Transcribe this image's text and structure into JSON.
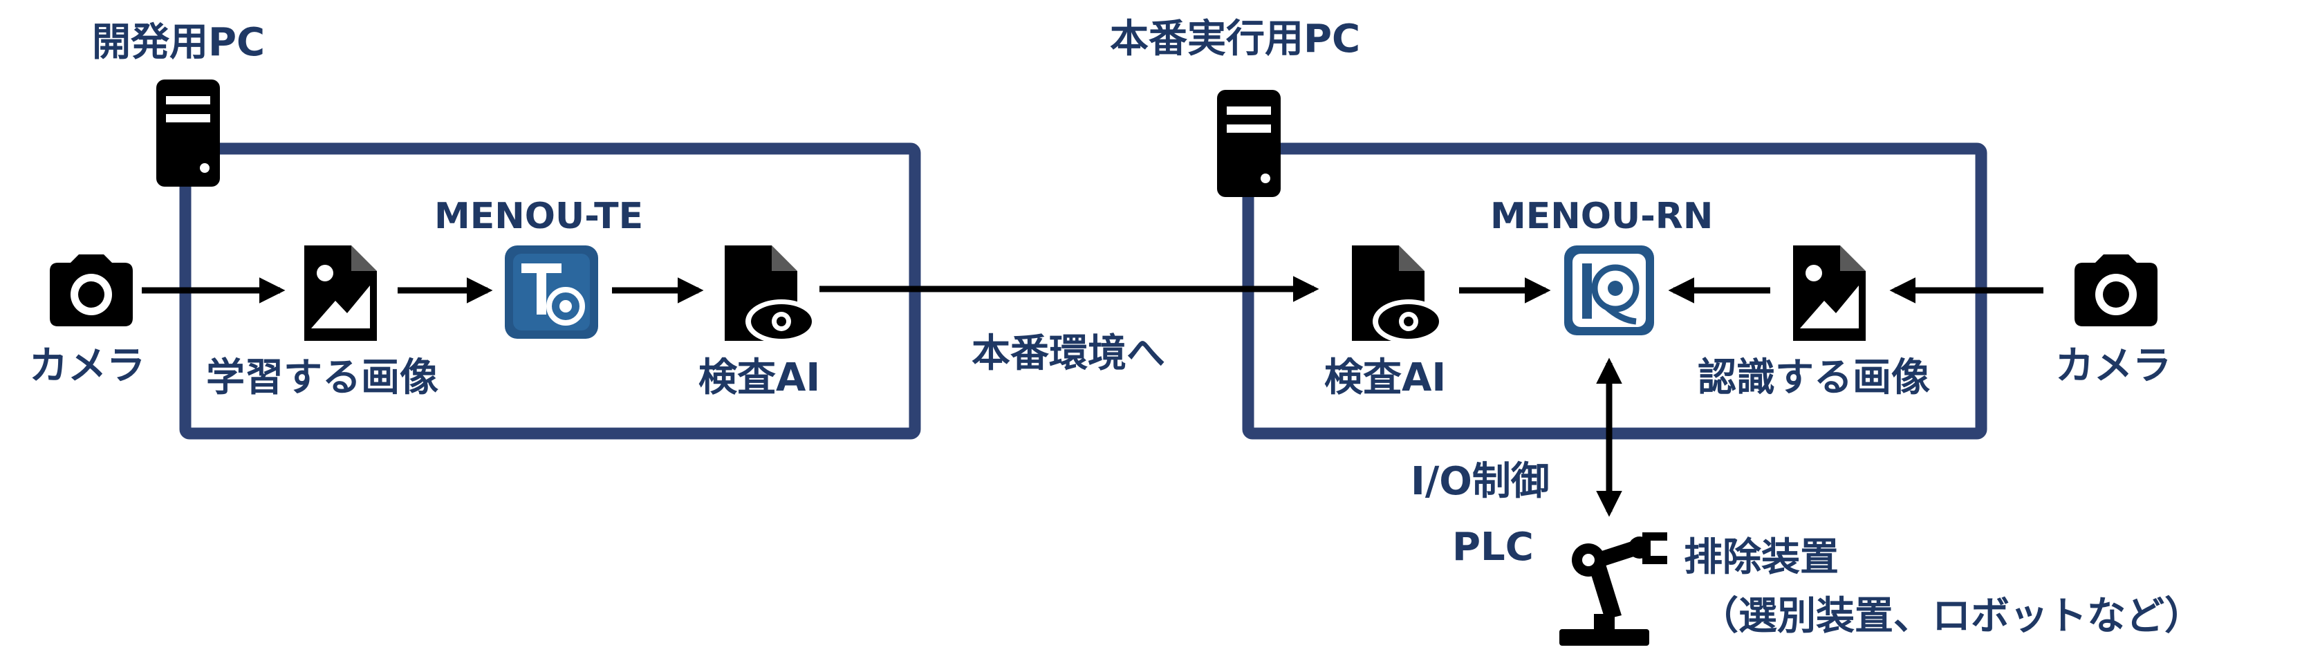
{
  "dev_pc": {
    "label": "開発用PC"
  },
  "prod_pc": {
    "label": "本番実行用PC"
  },
  "left": {
    "camera_label": "カメラ",
    "training_images_label": "学習する画像",
    "app_name": "MENOU-TE",
    "inspection_ai_label": "検査AI"
  },
  "transfer_label": "本番環境へ",
  "right": {
    "app_name": "MENOU-RN",
    "inspection_ai_label": "検査AI",
    "recognize_images_label": "認識する画像",
    "camera_label": "カメラ",
    "io_label": "I/O制御",
    "plc_label": "PLC",
    "reject_label": "排除装置",
    "reject_sub_label": "（選別装置、ロボットなど）"
  },
  "colors": {
    "label": "#1f3864",
    "box_border": "#2e4273",
    "app_icon": "#245688",
    "arrow": "#000000"
  }
}
